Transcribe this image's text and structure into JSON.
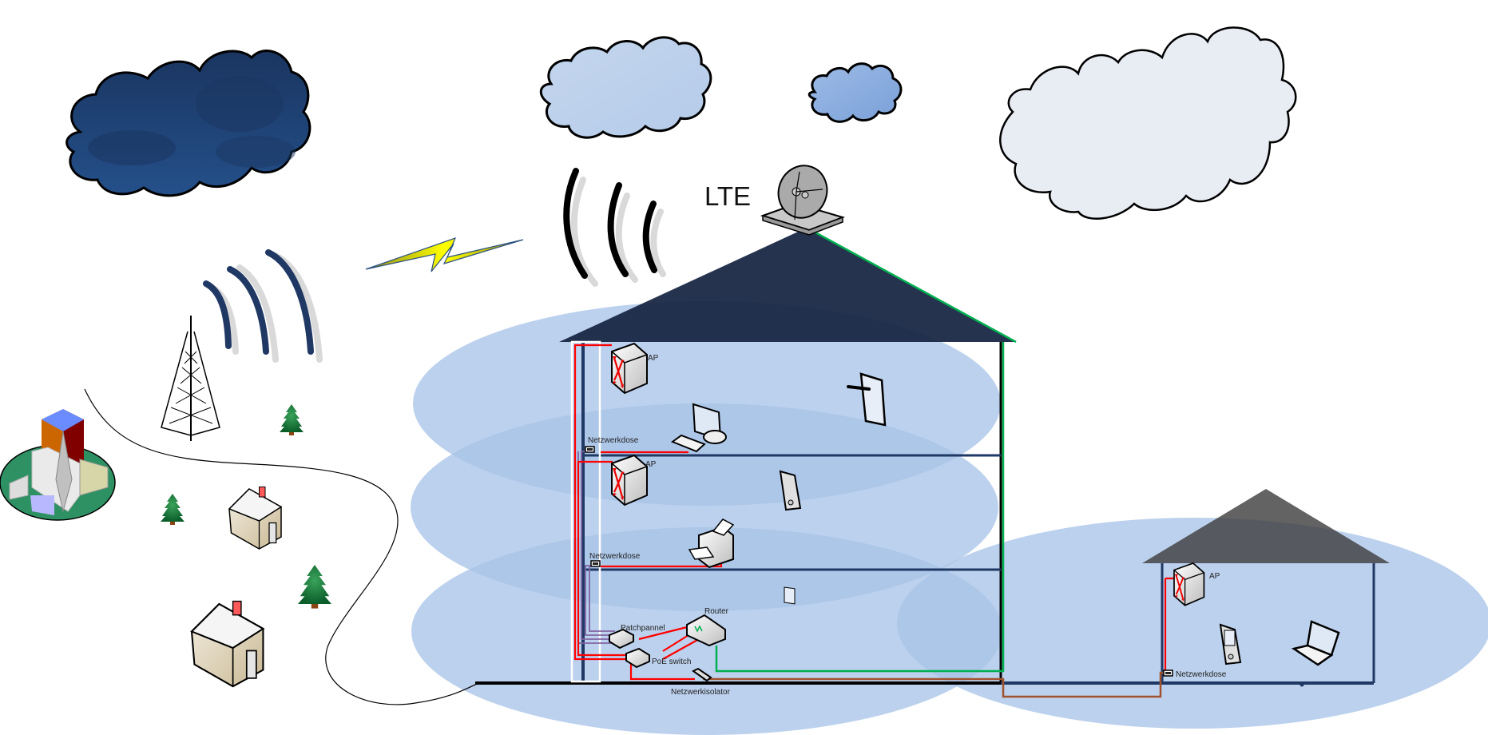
{
  "title": "Heimnetzwerk mit LTE-Anbindung",
  "labels": {
    "lte": "LTE",
    "ap_top": "AP",
    "ap_middle": "AP",
    "ap_small_house": "AP",
    "netzwerkdose_top": "Netzwerkdose",
    "netzwerkdose_middle": "Netzwerkdose",
    "netzwerkdose_small_house": "Netzwerkdose",
    "patchpannel": "Patchpannel",
    "router": "Router",
    "poe_switch": "PoE switch",
    "netzwerkisolator": "Netzwerkisolator"
  },
  "icons": {
    "clouds": [
      "storm-cloud-icon",
      "light-cloud-icon",
      "small-cloud-icon",
      "white-cloud-icon"
    ],
    "wireless": [
      "radio-waves-icon",
      "lightning-bolt-icon",
      "satellite-dish-icon"
    ],
    "landscape": [
      "cell-tower-icon",
      "church-village-icon",
      "house-icon",
      "tree-icon"
    ],
    "devices": [
      "access-point-icon",
      "desktop-computer-icon",
      "tablet-icon",
      "pda-icon",
      "printer-icon",
      "laptop-icon",
      "patch-panel-icon",
      "router-icon",
      "poe-switch-icon",
      "network-isolator-icon",
      "wall-socket-icon"
    ]
  },
  "colors": {
    "coverage": "#a9c4e8",
    "roof_main": "#13223f",
    "roof_small": "#3c3c3c",
    "storm_cloud": "#1e3f6e",
    "cable_ethernet": "#ff0000",
    "cable_lte": "#00b050",
    "cable_coax": "#a0522d",
    "cable_patch": "#8064a2",
    "wave_blue": "#1f3864"
  }
}
